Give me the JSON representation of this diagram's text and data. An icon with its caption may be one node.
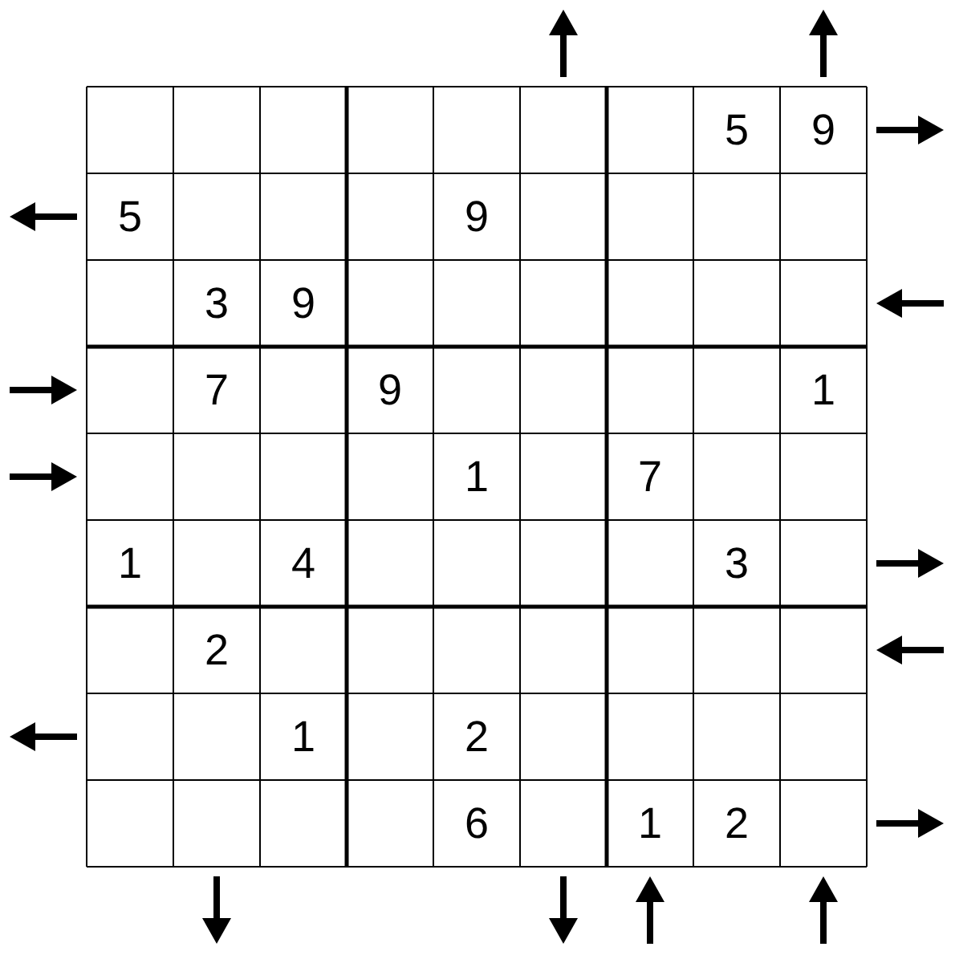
{
  "diagram": {
    "labels": [
      "5",
      "9",
      "5",
      "9",
      "3",
      "9",
      "7",
      "9",
      "1",
      "1",
      "7",
      "1",
      "4",
      "3",
      "2",
      "1",
      "2",
      "6",
      "1",
      "2"
    ]
  }
}
